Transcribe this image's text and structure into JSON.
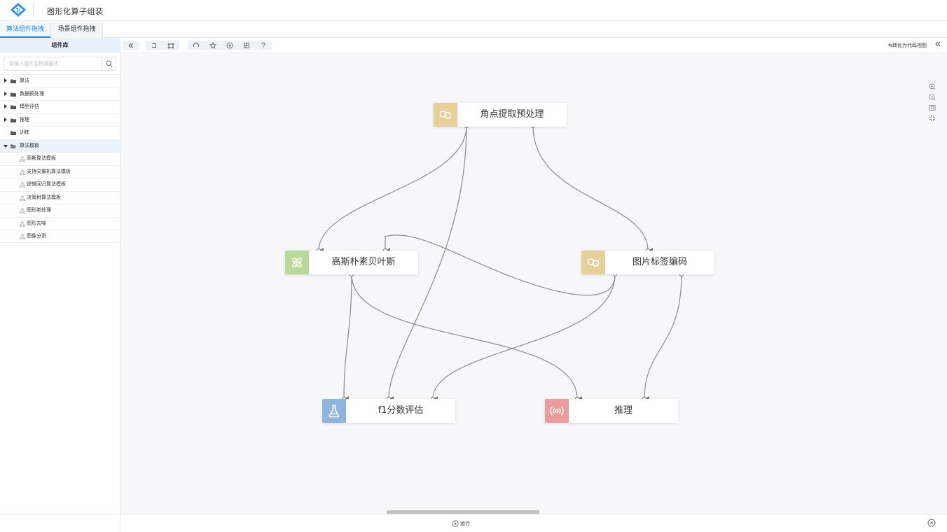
{
  "app": {
    "title": "图形化算子组装"
  },
  "tabs": [
    {
      "label": "算法组件拖拽",
      "active": true
    },
    {
      "label": "场景组件拖拽",
      "active": false
    }
  ],
  "library": {
    "header": "组件库",
    "search_placeholder": "请输入组件名称或描述",
    "folders": [
      {
        "label": "算法",
        "state": "collapsed"
      },
      {
        "label": "数据预处理",
        "state": "collapsed"
      },
      {
        "label": "模型评估",
        "state": "collapsed"
      },
      {
        "label": "推理",
        "state": "collapsed"
      },
      {
        "label": "训练",
        "state": "leaf"
      },
      {
        "label": "算法模板",
        "state": "expanded"
      }
    ],
    "children": [
      "高斯算法模板",
      "支持向量机算法模板",
      "逻辑回归算法模板",
      "决策树算法模板",
      "图形类处理",
      "图形去噪",
      "图像分割"
    ]
  },
  "toolbar": {
    "convert_label": "⇆转化为代码视图"
  },
  "nodes": [
    {
      "id": "corner",
      "label": "角点提取预处理",
      "icon": "link-icon",
      "color": "#e5d09a"
    },
    {
      "id": "gauss",
      "label": "高斯朴素贝叶斯",
      "icon": "atom-icon",
      "color": "#b8d99a"
    },
    {
      "id": "imglabel",
      "label": "图片标签编码",
      "icon": "link-icon",
      "color": "#e5d09a"
    },
    {
      "id": "f1",
      "label": "f1分数评估",
      "icon": "flask-icon",
      "color": "#8fb5dc"
    },
    {
      "id": "infer",
      "label": "推理",
      "icon": "signal-icon",
      "color": "#e89c9c"
    }
  ],
  "bottom": {
    "run_label": "运行"
  },
  "colors": {
    "accent": "#1e88e5",
    "canvas_bg": "#f7f7fa",
    "edge": "#8a8a8a"
  }
}
